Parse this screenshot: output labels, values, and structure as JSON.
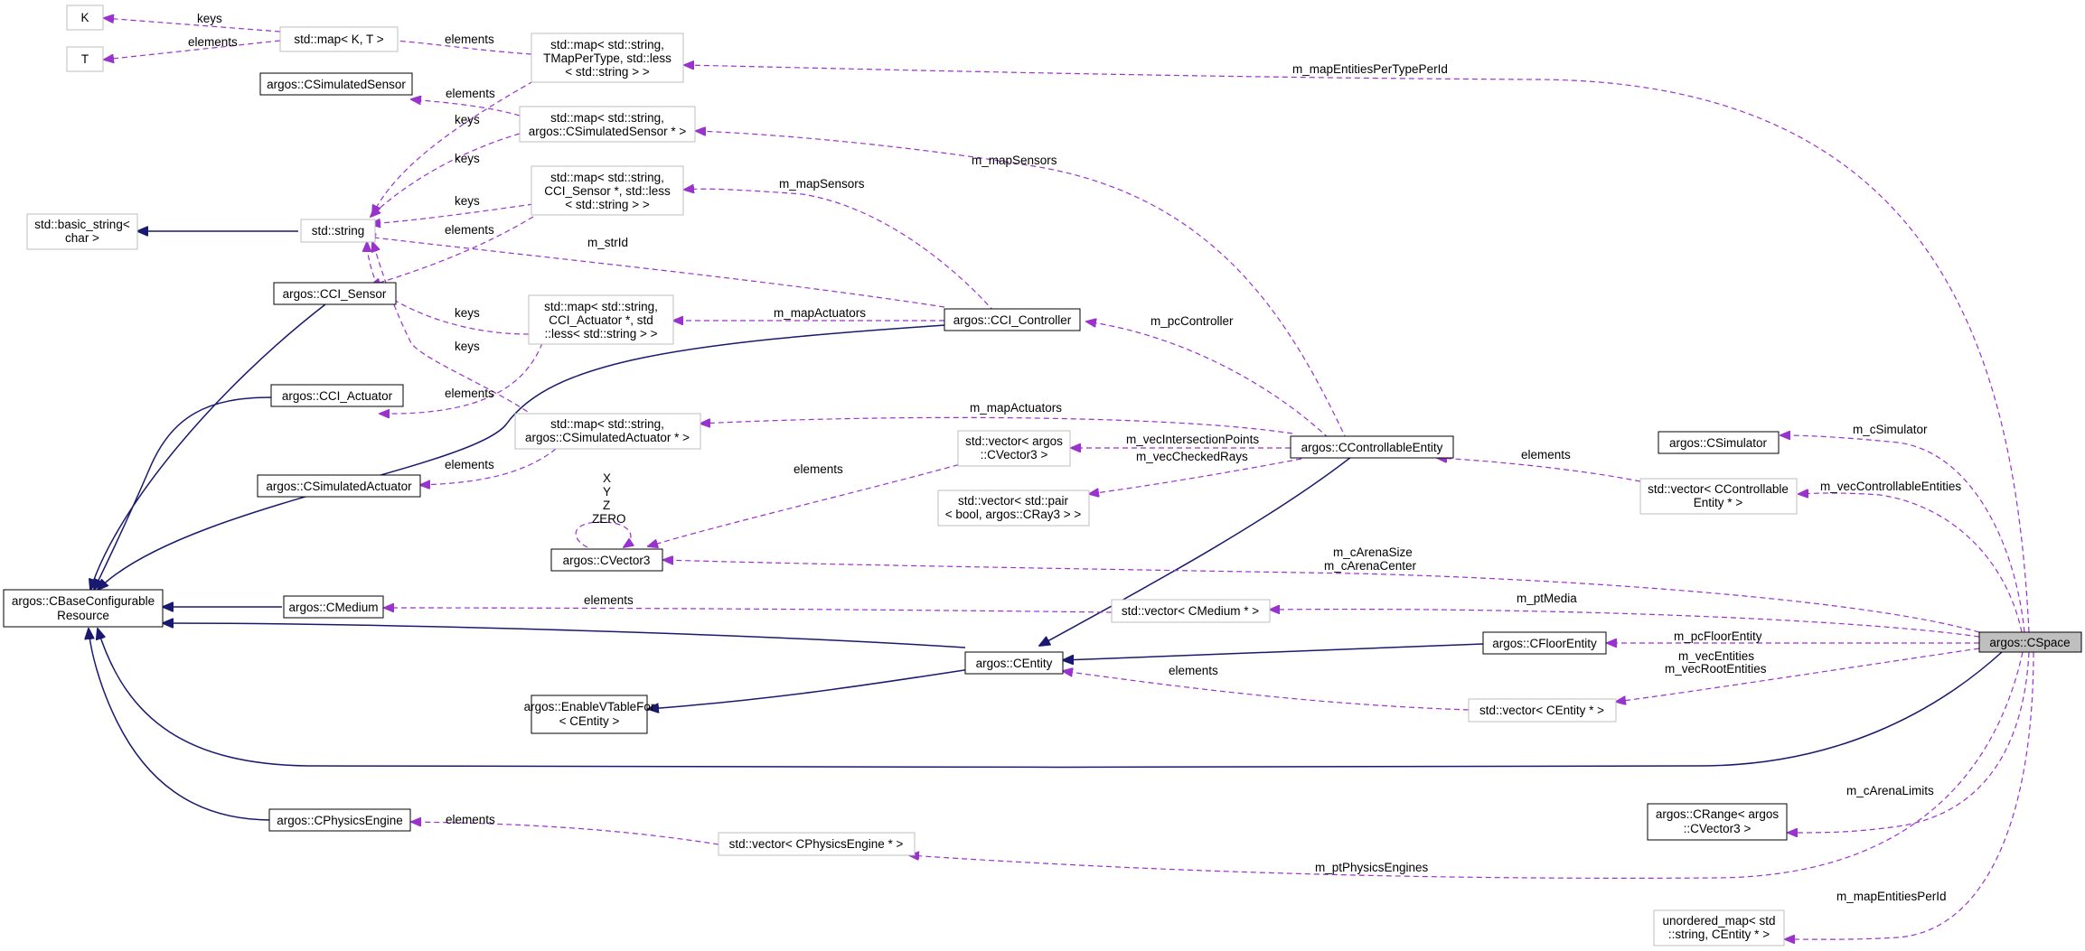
{
  "colors": {
    "dependency": "#9a32cd",
    "inheritance": "#191970",
    "highlight": "#bfbfbf",
    "template_border": "#bfbfbf",
    "class_border": "#000000"
  },
  "nodes": {
    "K": [
      "K"
    ],
    "T": [
      "T"
    ],
    "std_map_kt": [
      "std::map< K, T >"
    ],
    "map_tmap": [
      "std::map< std::string,",
      "TMapPerType, std::less",
      "< std::string > >"
    ],
    "csimsensor": [
      "argos::CSimulatedSensor"
    ],
    "map_simsensor": [
      "std::map< std::string,",
      "argos::CSimulatedSensor * >"
    ],
    "basic_string": [
      "std::basic_string<",
      "char >"
    ],
    "std_string": [
      "std::string"
    ],
    "map_ccisensor": [
      "std::map< std::string,",
      "CCI_Sensor *, std::less",
      "< std::string > >"
    ],
    "cci_sensor": [
      "argos::CCI_Sensor"
    ],
    "map_cciact": [
      "std::map< std::string,",
      "CCI_Actuator *, std",
      "::less< std::string > >"
    ],
    "cci_controller": [
      "argos::CCI_Controller"
    ],
    "cci_actuator": [
      "argos::CCI_Actuator"
    ],
    "map_simact": [
      "std::map< std::string,",
      "argos::CSimulatedActuator * >"
    ],
    "csimact": [
      "argos::CSimulatedActuator"
    ],
    "vec_cvector3": [
      "std::vector< argos",
      "::CVector3 >"
    ],
    "vec_pair": [
      "std::vector< std::pair",
      "< bool, argos::CRay3 > >"
    ],
    "ccontrollable": [
      "argos::CControllableEntity"
    ],
    "csimulator": [
      "argos::CSimulator"
    ],
    "vec_ccontrollable": [
      "std::vector< CControllable",
      "Entity * >"
    ],
    "cvector3": [
      "argos::CVector3"
    ],
    "cbaseconf": [
      "argos::CBaseConfigurable",
      "Resource"
    ],
    "cmedium": [
      "argos::CMedium"
    ],
    "vec_cmedium": [
      "std::vector< CMedium * >"
    ],
    "cfloor": [
      "argos::CFloorEntity"
    ],
    "cspace": [
      "argos::CSpace"
    ],
    "centity": [
      "argos::CEntity"
    ],
    "enablevtable": [
      "argos::EnableVTableFor",
      "< CEntity >"
    ],
    "vec_centity": [
      "std::vector< CEntity * >"
    ],
    "crange": [
      "argos::CRange< argos",
      "::CVector3 >"
    ],
    "cphysics": [
      "argos::CPhysicsEngine"
    ],
    "vec_cphysics": [
      "std::vector< CPhysicsEngine * >"
    ],
    "unordered_map": [
      "unordered_map< std",
      "::string, CEntity * >"
    ]
  },
  "edge_labels": {
    "keys": "keys",
    "elements": "elements",
    "m_mapEntitiesPerTypePerId": "m_mapEntitiesPerTypePerId",
    "m_mapSensors": "m_mapSensors",
    "m_strId": "m_strId",
    "m_mapActuators": "m_mapActuators",
    "m_pcController": "m_pcController",
    "m_cSimulator": "m_cSimulator",
    "m_vecIntersectionPoints": "m_vecIntersectionPoints",
    "m_vecCheckedRays": "m_vecCheckedRays",
    "m_vecControllableEntities": "m_vecControllableEntities",
    "X": "X",
    "Y": "Y",
    "Z": "Z",
    "ZERO": "ZERO",
    "m_cArenaSize": "m_cArenaSize",
    "m_cArenaCenter": "m_cArenaCenter",
    "m_ptMedia": "m_ptMedia",
    "m_pcFloorEntity": "m_pcFloorEntity",
    "m_vecEntities": "m_vecEntities",
    "m_vecRootEntities": "m_vecRootEntities",
    "m_cArenaLimits": "m_cArenaLimits",
    "m_ptPhysicsEngines": "m_ptPhysicsEngines",
    "m_mapEntitiesPerId": "m_mapEntitiesPerId"
  }
}
